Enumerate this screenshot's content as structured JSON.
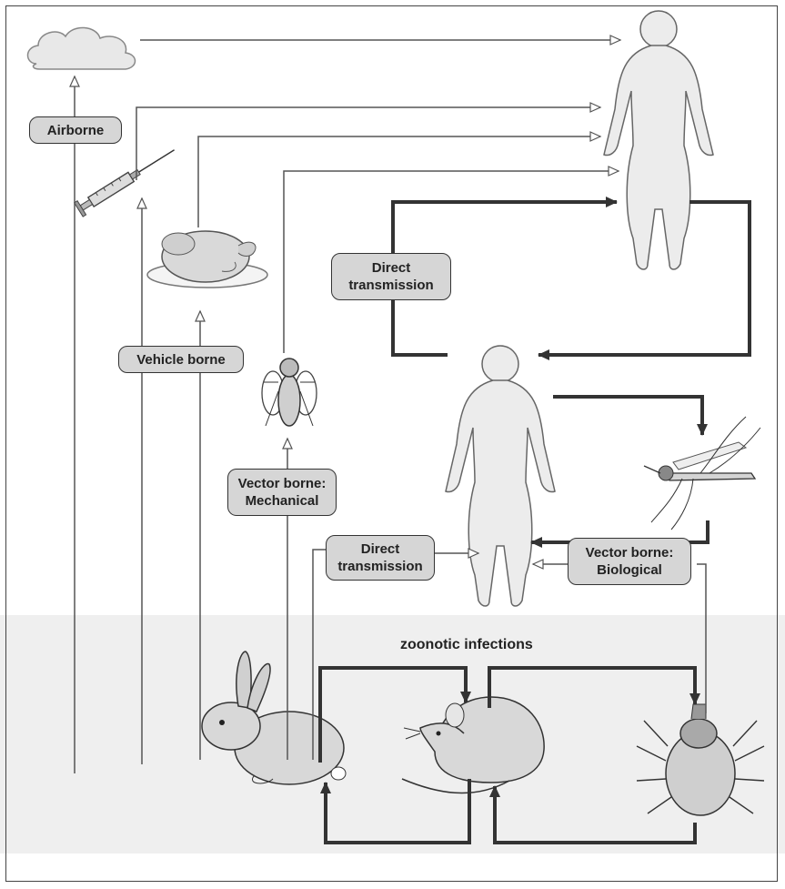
{
  "labels": {
    "airborne": "Airborne",
    "vehicle_borne": "Vehicle borne",
    "direct_top": "Direct\ntransmission",
    "vector_mech": "Vector borne:\nMechanical",
    "direct_bottom": "Direct\ntransmission",
    "vector_bio": "Vector borne:\nBiological"
  },
  "zoonotic_title": "zoonotic infections"
}
